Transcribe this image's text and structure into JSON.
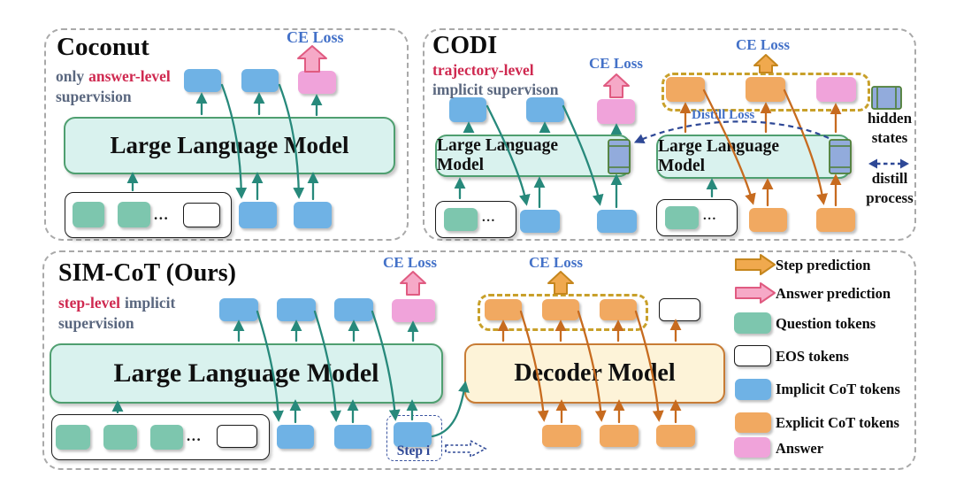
{
  "panels": {
    "coconut": {
      "title": "Coconut",
      "subtitle_line1_prefix": "only",
      "subtitle_line1_highlight": "answer-level",
      "subtitle_line2": "supervision",
      "llm_label": "Large Language Model",
      "ce_loss_label": "CE Loss",
      "ellipsis": "..."
    },
    "codi": {
      "title": "CODI",
      "subtitle_line1": "trajectory-level",
      "subtitle_line2": "implicit supervison",
      "llm_label": "Large Language Model",
      "ce_loss_label": "CE Loss",
      "distill_loss_label": "Distill Loss",
      "ellipsis": "...",
      "hidden_states_line1": "hidden",
      "hidden_states_line2": "states",
      "distill_process_line1": "distill",
      "distill_process_line2": "process"
    },
    "simcot": {
      "title": "SIM-CoT (Ours)",
      "subtitle_line1_highlight": "step-level",
      "subtitle_line1_rest": "implicit",
      "subtitle_line2": "supervision",
      "llm_label": "Large Language Model",
      "decoder_label": "Decoder Model",
      "ce_loss_label": "CE Loss",
      "step_box_label": "Step i",
      "ellipsis": "..."
    }
  },
  "legend": {
    "items": [
      {
        "swatch": "gold-arrow",
        "label": "Step prediction"
      },
      {
        "swatch": "pink-arrow",
        "label": "Answer prediction"
      },
      {
        "swatch": "green-token",
        "label": "Question tokens"
      },
      {
        "swatch": "white-token",
        "label": "EOS tokens"
      },
      {
        "swatch": "blue-token",
        "label": "Implicit CoT tokens"
      },
      {
        "swatch": "orange-token",
        "label": "Explicit CoT tokens"
      },
      {
        "swatch": "pink-token",
        "label": "Answer"
      }
    ]
  },
  "colors": {
    "question_token": "#7dc6ae",
    "implicit_cot_token": "#6fb2e5",
    "explicit_cot_token": "#f1a961",
    "answer_token": "#f0a3da",
    "eos_token": "#ffffff",
    "llm_box_fill": "#d9f2ee",
    "llm_box_border": "#4f9f70",
    "decoder_box_fill": "#fdf3d8",
    "decoder_box_border": "#c87c35",
    "teal_arrow": "#27897b",
    "orange_arrow": "#c76b1f",
    "ce_loss_text": "#4371c8",
    "highlight_red_text": "#cf2950",
    "subtitle_text": "#5a677f",
    "gold_dashed_box": "#c8a02a",
    "navy_dashed": "#2e4896",
    "panel_dashed_border": "#a9a9a9",
    "hidden_state_fill": "#92abdc",
    "hidden_state_border": "#4e7e35",
    "step_arrow_fill": "#f0a94e",
    "answer_arrow_fill": "#f6a9c7"
  }
}
